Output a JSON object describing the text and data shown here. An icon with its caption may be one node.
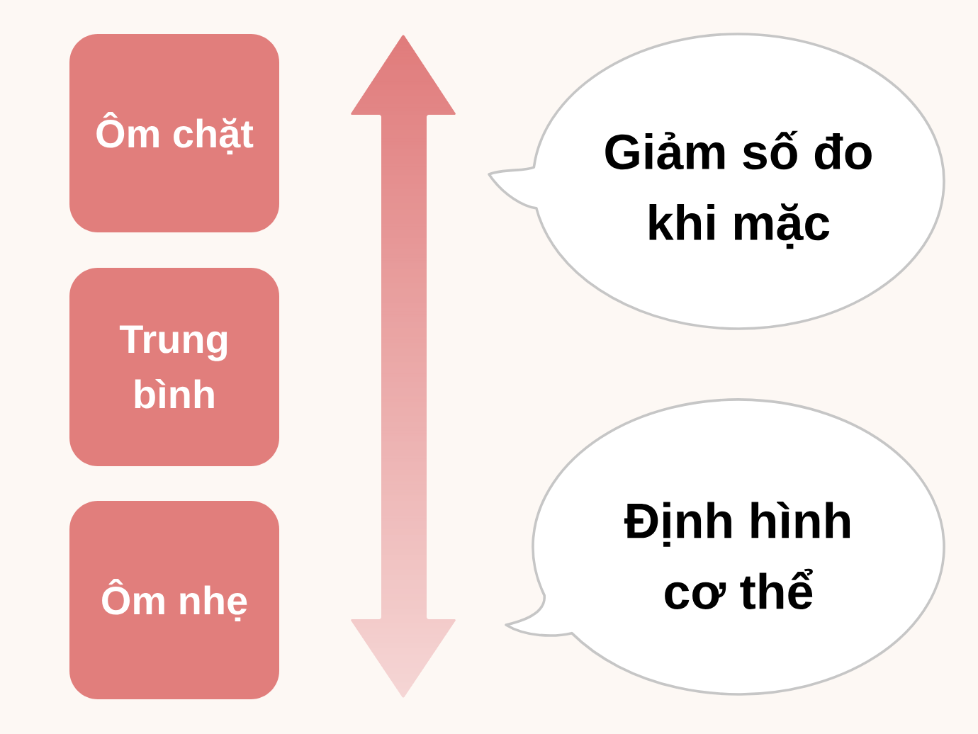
{
  "diagram": {
    "nodes": [
      {
        "text": [
          "Ôm chặt"
        ]
      },
      {
        "text": [
          "Trung bình"
        ]
      },
      {
        "text": [
          "Ôm nhẹ"
        ]
      },
      {
        "text": [
          "Giảm số đo khi mặc"
        ]
      },
      {
        "text": [
          "Định hình cơ thể"
        ]
      }
    ]
  }
}
